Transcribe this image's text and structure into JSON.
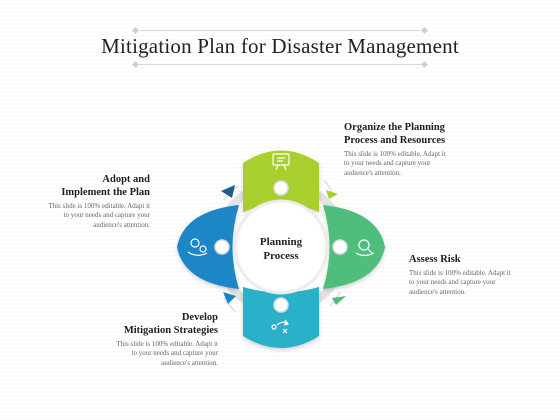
{
  "title": "Mitigation Plan for Disaster Management",
  "center": {
    "line1": "Planning",
    "line2": "Process"
  },
  "steps": [
    {
      "title_line1": "Organize the Planning",
      "title_line2": "Process and Resources",
      "desc_line1": "This slide is 100% editable. Adapt it",
      "desc_line2": "to your needs and capture your",
      "desc_line3": "audience's attention.",
      "color": "#a8cf2e",
      "icon": "presentation-board-icon"
    },
    {
      "title_line1": "Assess Risk",
      "desc_line1": "This slide is 100% editable. Adapt it",
      "desc_line2": "to your needs and capture your",
      "desc_line3": "audience's attention.",
      "color": "#4fbd7c",
      "icon": "magnifier-icon"
    },
    {
      "title_line1": "Develop",
      "title_line2": "Mitigation Strategies",
      "desc_line1": "This slide is 100% editable. Adapt it",
      "desc_line2": "to your needs and capture your",
      "desc_line3": "audience's attention.",
      "color": "#29b0c9",
      "icon": "strategy-icon"
    },
    {
      "title_line1": "Adopt and",
      "title_line2": "Implement the Plan",
      "desc_line1": "This slide is 100% editable. Adapt it",
      "desc_line2": "to your needs and capture your",
      "desc_line3": "audience's attention.",
      "color": "#1a86c7",
      "icon": "gears-icon"
    }
  ]
}
